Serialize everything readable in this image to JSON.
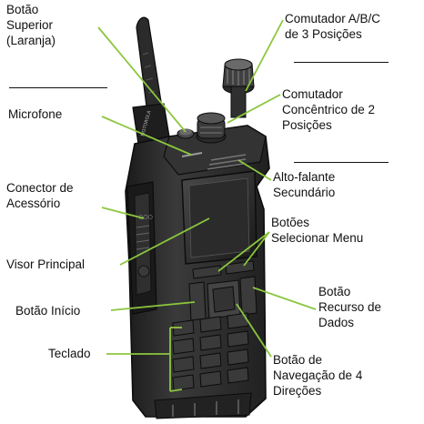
{
  "labels": {
    "top_button": "Botão\nSuperior\n(Laranja)",
    "microphone": "Microfone",
    "accessory_connector": "Conector de\nAcessório",
    "main_display": "Visor Principal",
    "home_button": "Botão Início",
    "keypad": "Teclado",
    "abc_switch": "Comutador A/B/C\nde 3 Posições",
    "concentric_switch": "Comutador\nConcêntrico de 2\nPosições",
    "secondary_speaker": "Alto-falante\nSecundário",
    "menu_select_buttons": "Botões\nSelecionar Menu",
    "data_feature_button": "Botão\nRecurso de\nDados",
    "nav_button": "Botão de\nNavegação de 4\nDireções"
  },
  "colors": {
    "leader_line": "#8cc63f",
    "radio_body": "#2a2a2a",
    "radio_edge": "#0d0d0d",
    "highlight": "#bdbdbd"
  }
}
